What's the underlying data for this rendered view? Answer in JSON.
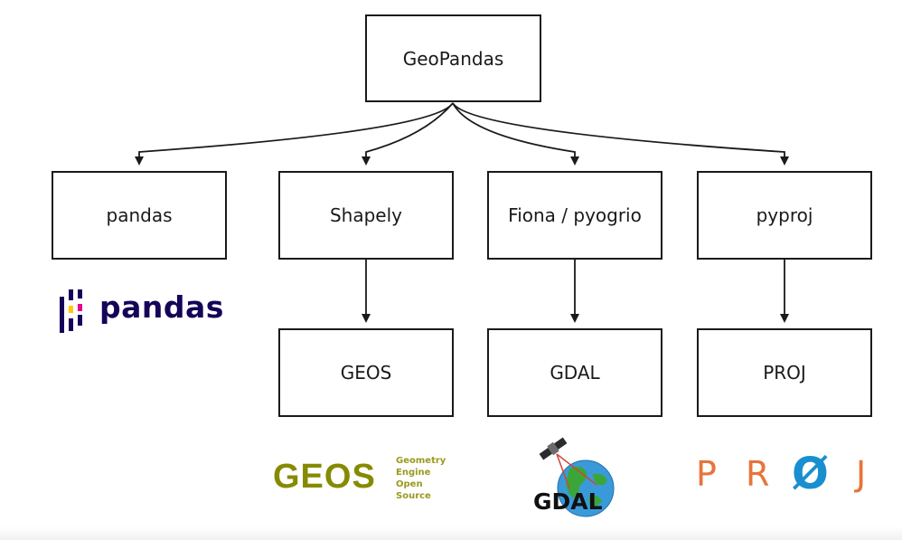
{
  "nodes": {
    "geopandas": "GeoPandas",
    "pandas": "pandas",
    "shapely": "Shapely",
    "fiona": "Fiona / pyogrio",
    "pyproj": "pyproj",
    "geos": "GEOS",
    "gdal": "GDAL",
    "proj": "PROJ"
  },
  "logos": {
    "pandas": {
      "text": "pandas",
      "color": "#150458",
      "bar_colors": [
        "#150458",
        "#ffca00",
        "#e70488"
      ]
    },
    "geos": {
      "text": "GEOS",
      "tagline": [
        "Geometry",
        "Engine",
        "Open",
        "Source"
      ],
      "color": "#858b00",
      "tagline_color": "#9a9a1f"
    },
    "gdal": {
      "text": "GDAL",
      "globe_color": "#3a9ad9",
      "land_color": "#3aa63a"
    },
    "proj": {
      "letters": [
        "P",
        "R",
        "Ø",
        "J"
      ],
      "color": "#e8743b",
      "accent_color": "#1a8fd0"
    }
  },
  "colors": {
    "box_border": "#1a1a1a",
    "arrow": "#1a1a1a"
  }
}
